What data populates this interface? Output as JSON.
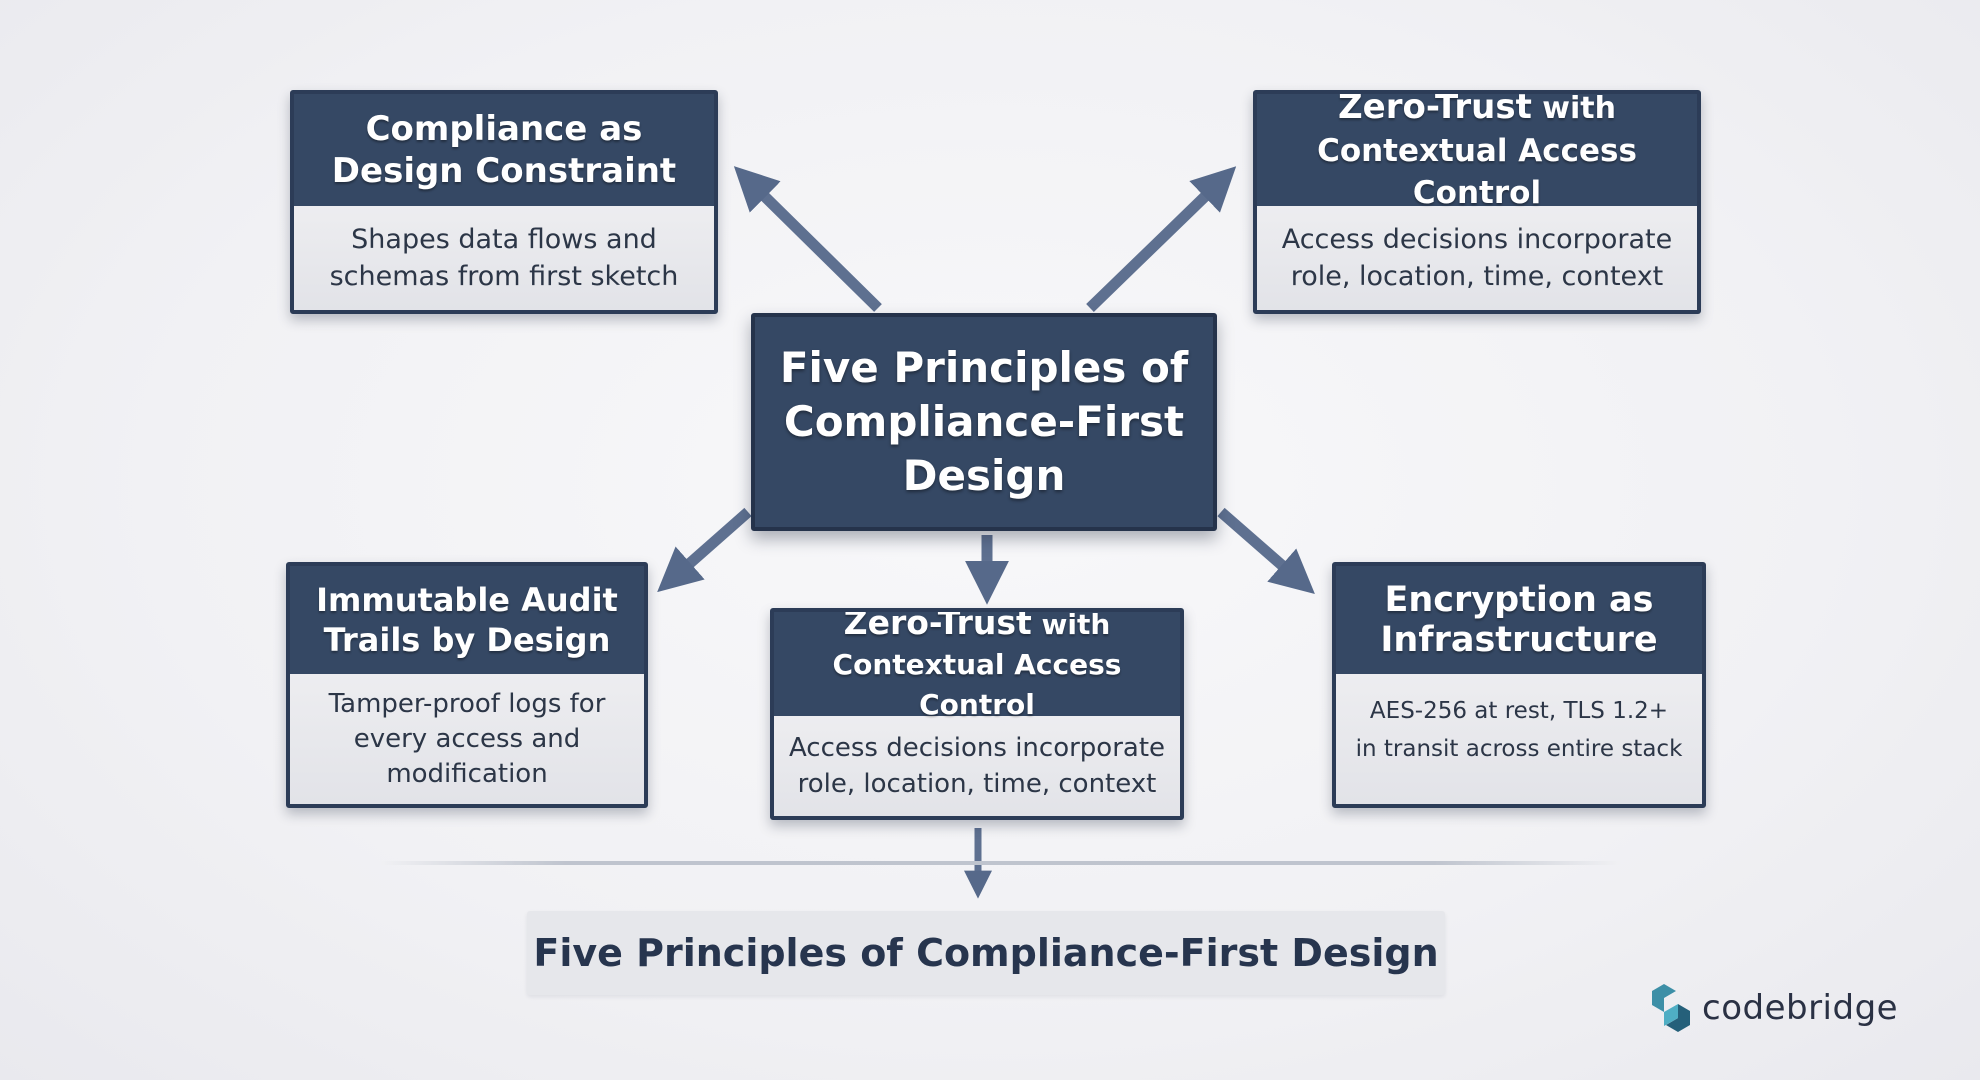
{
  "center": {
    "title": "Five Principles of Compliance-First Design"
  },
  "principles": [
    {
      "title_line1": "Compliance as",
      "title_line2": "Design Constraint",
      "desc_line1": "Shapes data flows and",
      "desc_line2": "schemas from first sketch"
    },
    {
      "title_line1_bold": "Zero-Trust",
      "title_line1_rest": " with",
      "title_line2": "Contextual Access Control",
      "desc_line1": "Access decisions incorporate",
      "desc_line2": "role, location, time, context"
    },
    {
      "title_line1": "Immutable Audit",
      "title_line2": "Trails by Design",
      "desc_line1": "Tamper-proof logs for",
      "desc_line2": "every access and",
      "desc_line3": "modification"
    },
    {
      "title_line1_bold": "Zero-Trust",
      "title_line1_rest": " with",
      "title_line2": "Contextual Access Control",
      "desc_line1": "Access decisions incorporate",
      "desc_line2": "role, location, time, context"
    },
    {
      "title_line1": "Encryption as",
      "title_line2": "Infrastructure",
      "desc_line1": "AES-256 at rest, TLS 1.2+",
      "desc_line2": "in transit across entire stack"
    }
  ],
  "caption": "Five Principles of Compliance-First Design",
  "logo": {
    "text": "codebridge",
    "icon": "codebridge-logo-icon"
  },
  "colors": {
    "header": "#354864",
    "border": "#2c3c57",
    "arrow": "#5d6f8e",
    "card_body": "#e7e8ec",
    "logo_teal": "#3b8fa5"
  }
}
